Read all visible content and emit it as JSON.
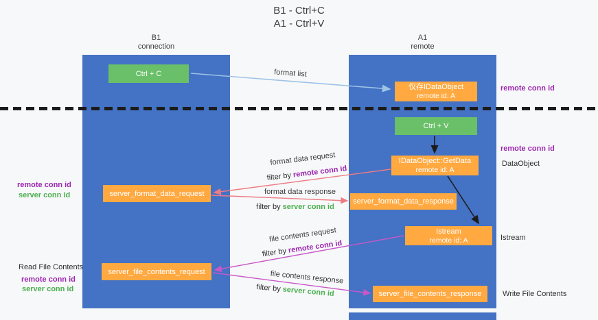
{
  "title": {
    "line1": "B1 - Ctrl+C",
    "line2": "A1 - Ctrl+V"
  },
  "lifelines": {
    "left": {
      "name": "B1",
      "role": "connection"
    },
    "right": {
      "name": "A1",
      "role": "remote"
    }
  },
  "nodes": {
    "ctrl_c": {
      "label": "Ctrl + C"
    },
    "ctrl_v": {
      "label": "Ctrl + V"
    },
    "clipboard_object": {
      "line1": "仅存IDataObject",
      "line2": "remote id: A"
    },
    "getdata": {
      "line1": "IDataObject::GetData",
      "line2": "remote id: A"
    },
    "format_request": {
      "label": "server_format_data_request"
    },
    "format_response": {
      "label": "server_format_data_response"
    },
    "istream": {
      "line1": "Istream",
      "line2": "remote id: A"
    },
    "file_request": {
      "label": "server_file_contents_request"
    },
    "file_response": {
      "label": "server_file_contents_response"
    }
  },
  "side_labels": {
    "remote_conn_id_top": "remote conn id",
    "remote_conn_id_mid": "remote conn id",
    "dataobject": "DataObject",
    "left_remote_conn_id_1": "remote conn id",
    "left_server_conn_id_1": "server conn id",
    "istream": "Istream",
    "read_file_contents": "Read File Contents",
    "left_remote_conn_id_2": "remote conn id",
    "left_server_conn_id_2": "server conn id",
    "write_file_contents": "Write File Contents"
  },
  "arrow_labels": {
    "format_list": "format list",
    "format_data_request": "format data request",
    "format_data_response": "format data response",
    "file_contents_request": "file contents request",
    "file_contents_response": "file contents response",
    "filter_by": "filter by",
    "remote_conn_id": "remote conn id",
    "server_conn_id": "server conn id"
  },
  "colors": {
    "lifeline_blue": "#4472C4",
    "node_orange": "#FFA940",
    "node_green": "#6ABF69",
    "arrow_light_blue": "#9DC3E6",
    "arrow_salmon": "#EE7C85",
    "arrow_magenta": "#C857C8",
    "arrow_black": "#1C1C1C",
    "remote_conn_purple": "#9C27B0",
    "server_conn_green": "#4CAF50"
  }
}
